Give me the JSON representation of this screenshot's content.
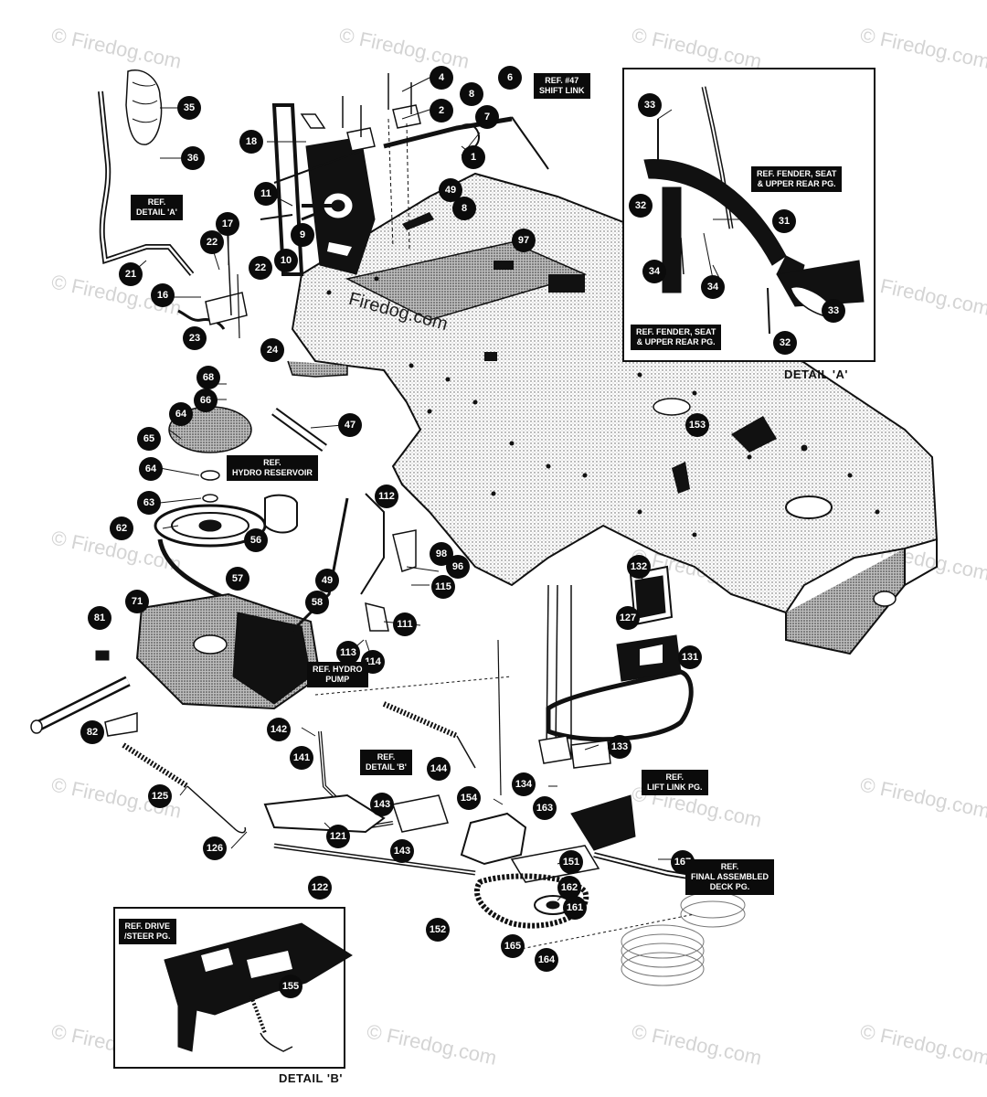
{
  "watermark": "© Firedog.com",
  "center_watermark": "Firedog.com",
  "detail_a_caption": "DETAIL 'A'",
  "detail_b_caption": "DETAIL 'B'",
  "callouts": [
    "35",
    "36",
    "21",
    "22",
    "17",
    "16",
    "23",
    "22",
    "24",
    "18",
    "11",
    "10",
    "9",
    "8",
    "4",
    "2",
    "8",
    "6",
    "7",
    "1",
    "49",
    "97",
    "68",
    "66",
    "64",
    "65",
    "47",
    "64",
    "63",
    "62",
    "56",
    "57",
    "49",
    "58",
    "71",
    "81",
    "82",
    "112",
    "98",
    "96",
    "115",
    "111",
    "113",
    "114",
    "132",
    "127",
    "131",
    "142",
    "141",
    "125",
    "126",
    "121",
    "122",
    "143",
    "143",
    "144",
    "154",
    "134",
    "163",
    "133",
    "151",
    "162",
    "161",
    "152",
    "165",
    "164",
    "167",
    "155",
    "153",
    "33",
    "32",
    "34",
    "34",
    "31",
    "33",
    "32"
  ],
  "refs": [
    "REF. #47\nSHIFT LINK",
    "REF.\nDETAIL 'A'",
    "REF. FENDER, SEAT\n& UPPER REAR PG.",
    "REF. FENDER, SEAT\n& UPPER REAR PG.",
    "REF.\nHYDRO RESERVOIR",
    "REF. HYDRO\nPUMP",
    "REF.\nDETAIL 'B'",
    "REF.\nLIFT LINK PG.",
    "REF.\nFINAL ASSEMBLED\nDECK PG.",
    "REF. DRIVE\n/STEER PG."
  ]
}
